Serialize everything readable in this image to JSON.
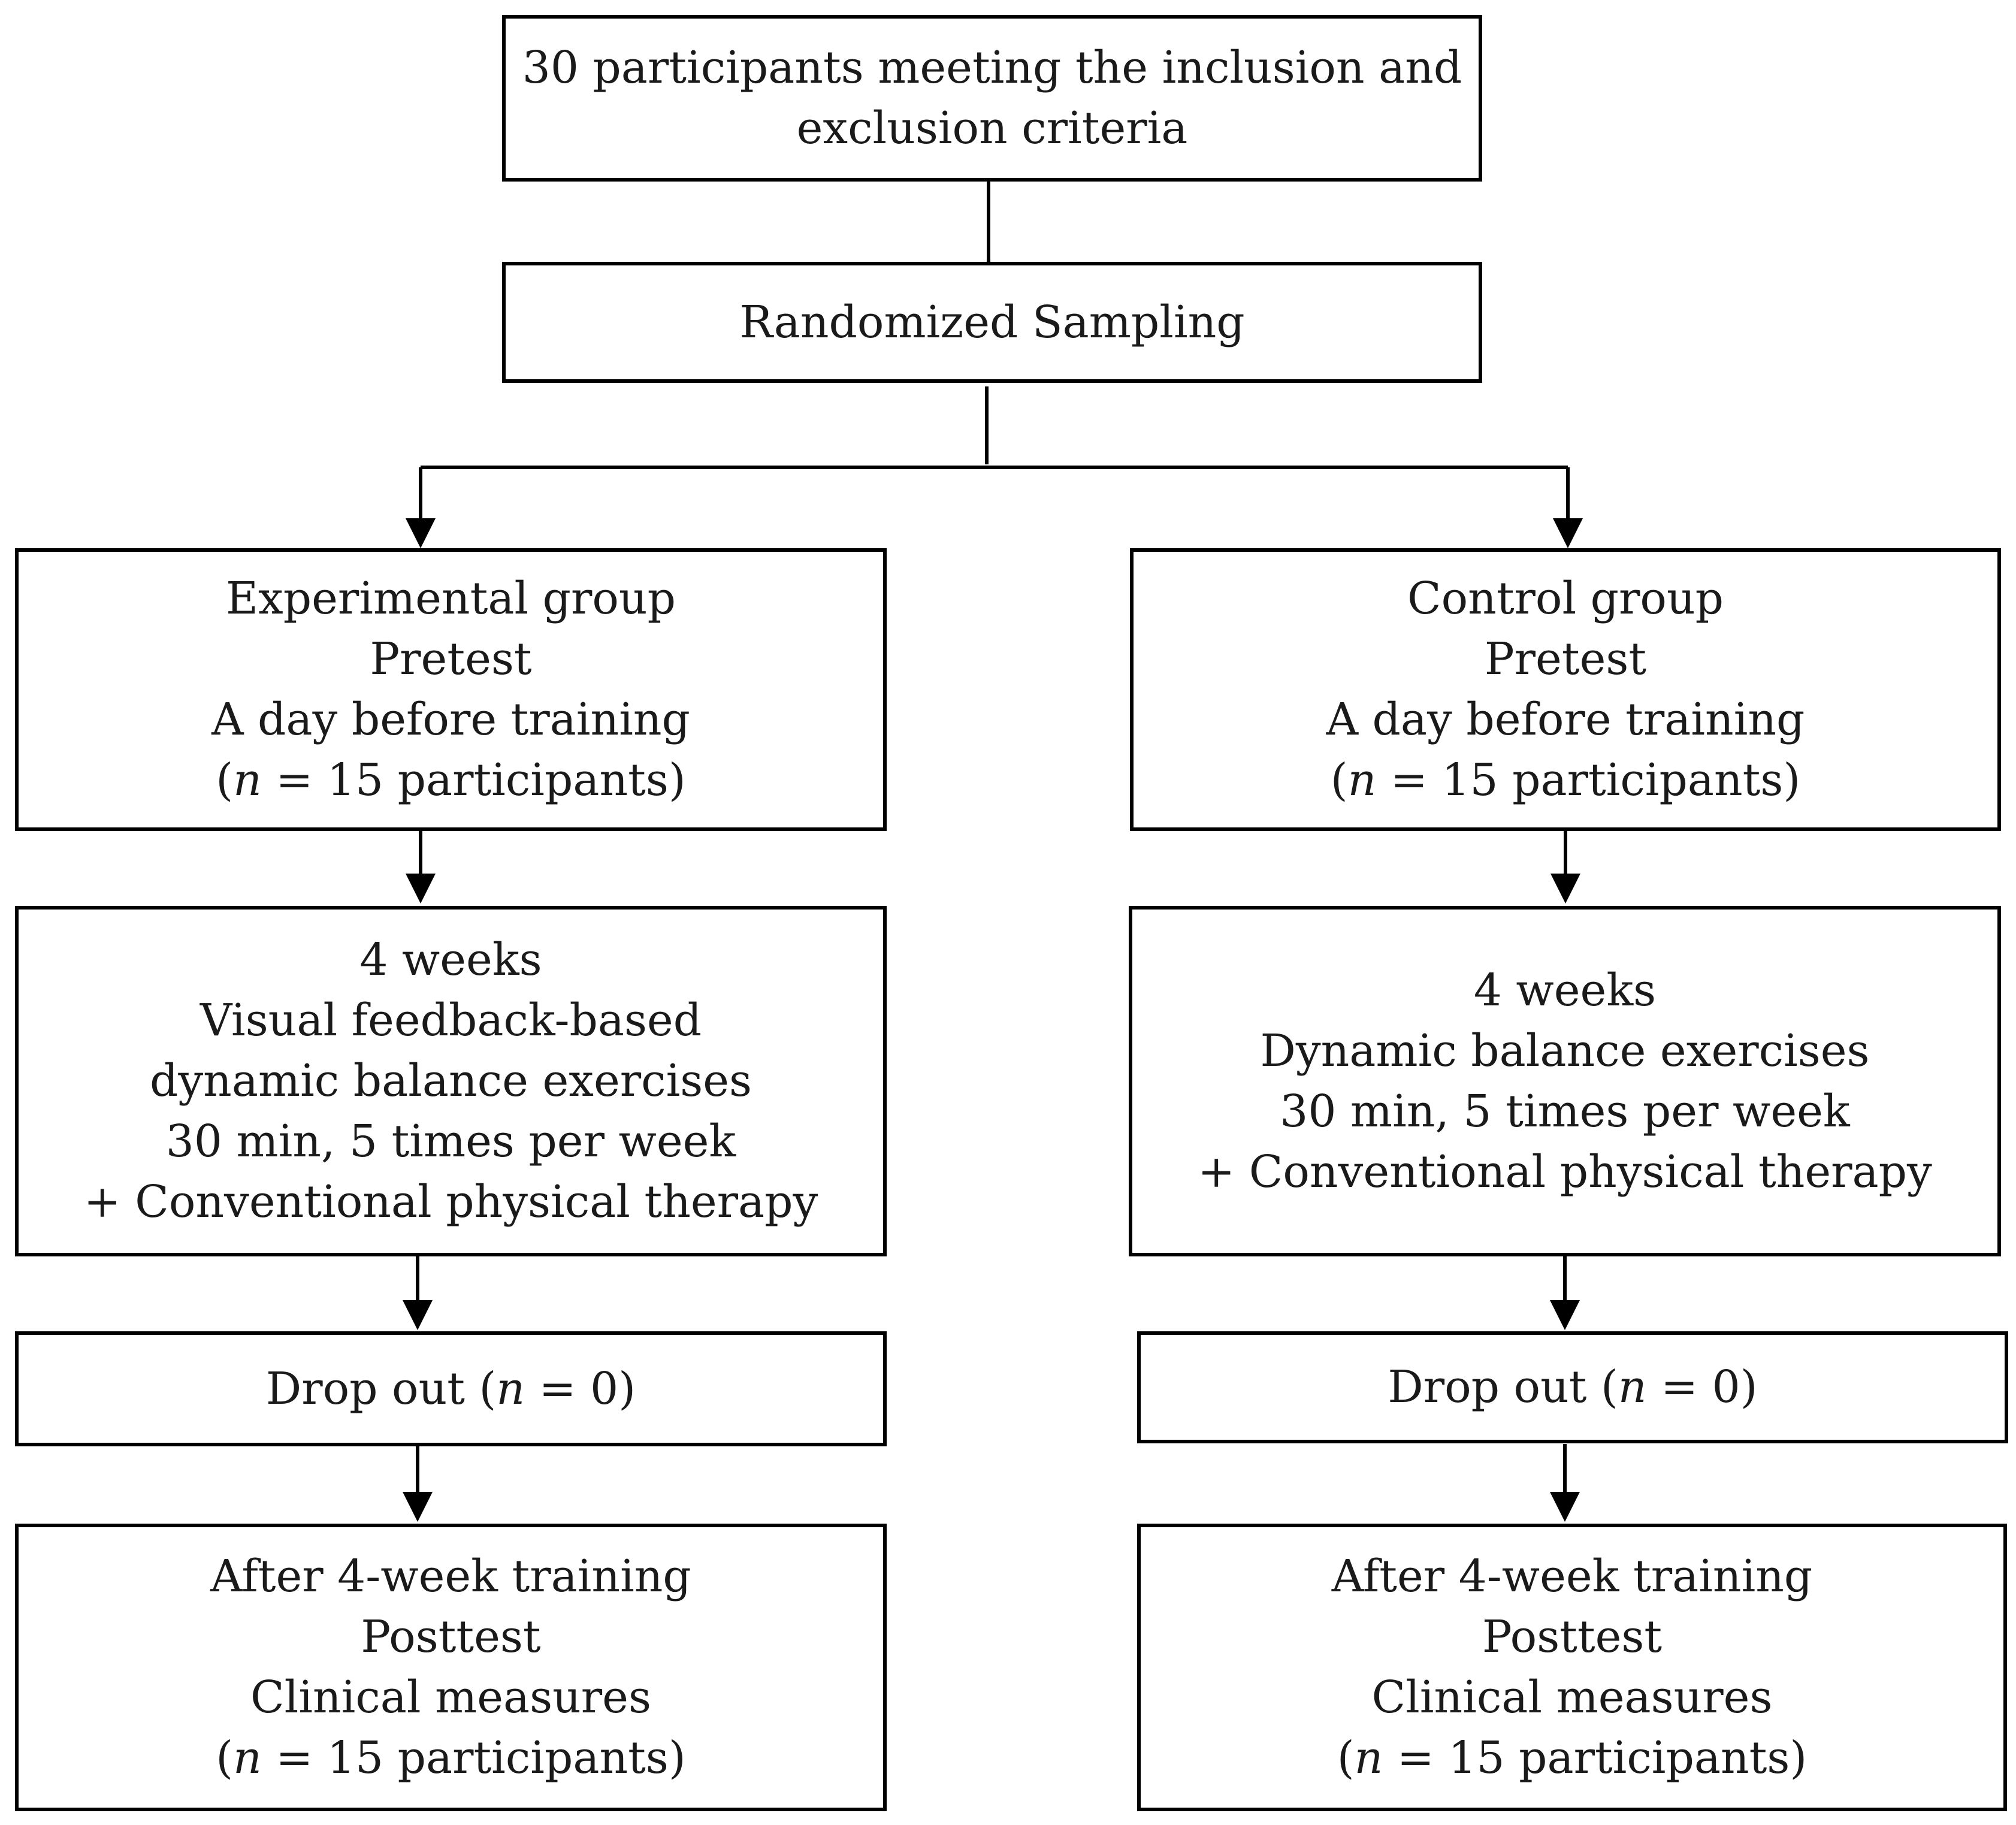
{
  "top": {
    "line1": "30 participants meeting the inclusion and",
    "line2": "exclusion criteria"
  },
  "randomization": {
    "label": "Randomized Sampling"
  },
  "experimental": {
    "pretest": {
      "group": "Experimental group",
      "phase": "Pretest",
      "timing": "A day before training",
      "n_open": "(",
      "n_var": "n",
      "n_rest": " = 15 participants)"
    },
    "intervention": {
      "duration": "4 weeks",
      "line1": "Visual feedback-based",
      "line2": "dynamic balance exercises",
      "schedule": "30 min, 5 times per week",
      "addon": "+ Conventional physical therapy"
    },
    "dropout": {
      "label_pre": "Drop out (",
      "n_var": "n",
      "label_post": " = 0)"
    },
    "posttest": {
      "timing": "After 4-week training",
      "phase": "Posttest",
      "measures": "Clinical measures",
      "n_open": "(",
      "n_var": "n",
      "n_rest": " = 15 participants)"
    }
  },
  "control": {
    "pretest": {
      "group": "Control group",
      "phase": "Pretest",
      "timing": "A day before training",
      "n_open": "(",
      "n_var": "n",
      "n_rest": " = 15 participants)"
    },
    "intervention": {
      "duration": "4 weeks",
      "line1": "Dynamic balance exercises",
      "schedule": "30 min, 5 times per week",
      "addon": "+ Conventional physical therapy"
    },
    "dropout": {
      "label_pre": "Drop out (",
      "n_var": "n",
      "label_post": " = 0)"
    },
    "posttest": {
      "timing": "After 4-week training",
      "phase": "Posttest",
      "measures": "Clinical measures",
      "n_open": "(",
      "n_var": "n",
      "n_rest": " = 15 participants)"
    }
  }
}
